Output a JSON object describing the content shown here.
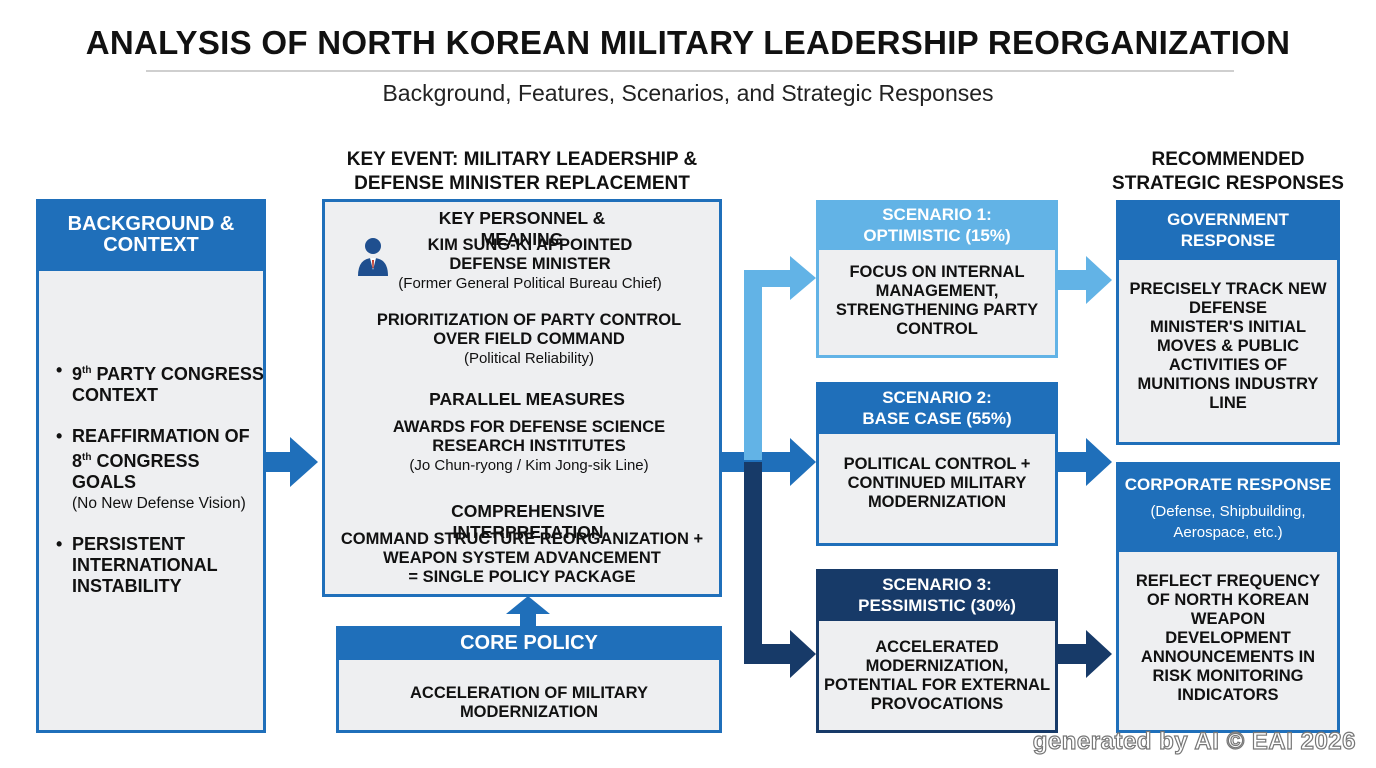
{
  "title": "ANALYSIS OF NORTH KOREAN MILITARY LEADERSHIP REORGANIZATION",
  "subtitle": "Background, Features, Scenarios, and Strategic Responses",
  "background": {
    "header": [
      "BACKGROUND &",
      "CONTEXT"
    ],
    "bullets": [
      {
        "label": "PARTY CONGRESS CONTEXT",
        "ord_num": "9",
        "ord_suffix": "th",
        "note": ""
      },
      {
        "label_pre": "REAFFIRMATION OF",
        "ord_num": "8",
        "ord_suffix": "th",
        "label_post": "CONGRESS GOALS",
        "note": "(No New Defense Vision)"
      },
      {
        "label": "PERSISTENT INTERNATIONAL INSTABILITY",
        "note": ""
      }
    ]
  },
  "key_event": {
    "heading": [
      "KEY EVENT: MILITARY LEADERSHIP &",
      "DEFENSE MINISTER REPLACEMENT"
    ],
    "personnel": {
      "label": "KEY PERSONNEL & MEANING",
      "line1": "KIM SUNG-KI APPOINTED",
      "line2": "DEFENSE MINISTER",
      "note": "(Former General Political Bureau Chief)",
      "priority1": "PRIORITIZATION OF PARTY CONTROL",
      "priority2": "OVER FIELD COMMAND",
      "priority_note": "(Political Reliability)"
    },
    "parallel": {
      "label": "PARALLEL MEASURES",
      "line1": "AWARDS FOR DEFENSE SCIENCE",
      "line2": "RESEARCH INSTITUTES",
      "note": "(Jo Chun-ryong / Kim Jong-sik Line)"
    },
    "interpretation": {
      "label": "COMPREHENSIVE INTERPRETATION",
      "line1": "COMMAND STRUCTURE REORGANIZATION +",
      "line2": "WEAPON SYSTEM ADVANCEMENT",
      "line3": "= SINGLE POLICY PACKAGE"
    }
  },
  "core_policy": {
    "header": "CORE POLICY",
    "line1": "ACCELERATION OF MILITARY",
    "line2": "MODERNIZATION"
  },
  "scenarios": [
    {
      "title": "SCENARIO 1:",
      "subtitle": "OPTIMISTIC (15%)",
      "probability": 15,
      "lines": [
        "FOCUS ON INTERNAL",
        "MANAGEMENT,",
        "STRENGTHENING PARTY",
        "CONTROL"
      ],
      "color": "#62b3e6"
    },
    {
      "title": "SCENARIO 2:",
      "subtitle": "BASE CASE (55%)",
      "probability": 55,
      "lines": [
        "POLITICAL CONTROL +",
        "CONTINUED MILITARY",
        "MODERNIZATION"
      ],
      "color": "#1f6fba"
    },
    {
      "title": "SCENARIO 3:",
      "subtitle": "PESSIMISTIC (30%)",
      "probability": 30,
      "lines": [
        "ACCELERATED",
        "MODERNIZATION,",
        "POTENTIAL FOR EXTERNAL",
        "PROVOCATIONS"
      ],
      "color": "#173a68"
    }
  ],
  "responses": {
    "heading": [
      "RECOMMENDED",
      "STRATEGIC RESPONSES"
    ],
    "government": {
      "header": [
        "GOVERNMENT",
        "RESPONSE"
      ],
      "lines": [
        "PRECISELY TRACK NEW",
        "DEFENSE",
        "MINISTER'S INITIAL",
        "MOVES & PUBLIC",
        "ACTIVITIES OF",
        "MUNITIONS INDUSTRY",
        "LINE"
      ]
    },
    "corporate": {
      "header": "CORPORATE RESPONSE",
      "note1": "(Defense, Shipbuilding,",
      "note2": "Aerospace, etc.)",
      "lines": [
        "REFLECT FREQUENCY",
        "OF NORTH KOREAN",
        "WEAPON",
        "DEVELOPMENT",
        "ANNOUNCEMENTS IN",
        "RISK MONITORING",
        "INDICATORS"
      ]
    }
  },
  "colors": {
    "primary": "#1f6fba",
    "light": "#62b3e6",
    "dark": "#173a68",
    "panel": "#eeeff1"
  },
  "watermark": "generated by AI © EAI 2026",
  "icons": [
    "person-icon",
    "arrow-icon"
  ]
}
